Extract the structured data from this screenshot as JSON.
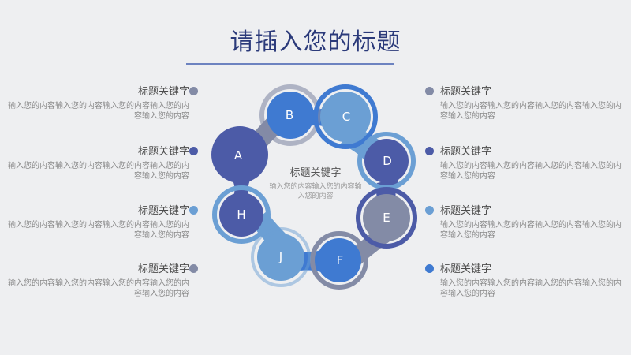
{
  "title": "请插入您的标题",
  "colors": {
    "dark_blue": "#4c5ba7",
    "blue": "#3f7ad1",
    "light_blue": "#6b9fd4",
    "grey": "#838ba6",
    "title": "#2b3a7a"
  },
  "center": {
    "keyword": "标题关键字",
    "text": "输入您的内容输入您的内容输入您的内容"
  },
  "nodes": [
    "A",
    "B",
    "C",
    "D",
    "E",
    "F",
    "J",
    "H"
  ],
  "left_items": [
    {
      "keyword": "标题关键字",
      "text": "输入您的内容输入您的内容输入您的内容输入您的内容输入您的内容"
    },
    {
      "keyword": "标题关键字",
      "text": "输入您的内容输入您的内容输入您的内容输入您的内容输入您的内容"
    },
    {
      "keyword": "标题关键字",
      "text": "输入您的内容输入您的内容输入您的内容输入您的内容输入您的内容"
    },
    {
      "keyword": "标题关键字",
      "text": "输入您的内容输入您的内容输入您的内容输入您的内容输入您的内容"
    }
  ],
  "right_items": [
    {
      "keyword": "标题关键字",
      "text": "输入您的内容输入您的内容输入您的内容输入您的内容输入您的内容"
    },
    {
      "keyword": "标题关键字",
      "text": "输入您的内容输入您的内容输入您的内容输入您的内容输入您的内容"
    },
    {
      "keyword": "标题关键字",
      "text": "输入您的内容输入您的内容输入您的内容输入您的内容输入您的内容"
    },
    {
      "keyword": "标题关键字",
      "text": "输入您的内容输入您的内容输入您的内容输入您的内容输入您的内容"
    }
  ]
}
